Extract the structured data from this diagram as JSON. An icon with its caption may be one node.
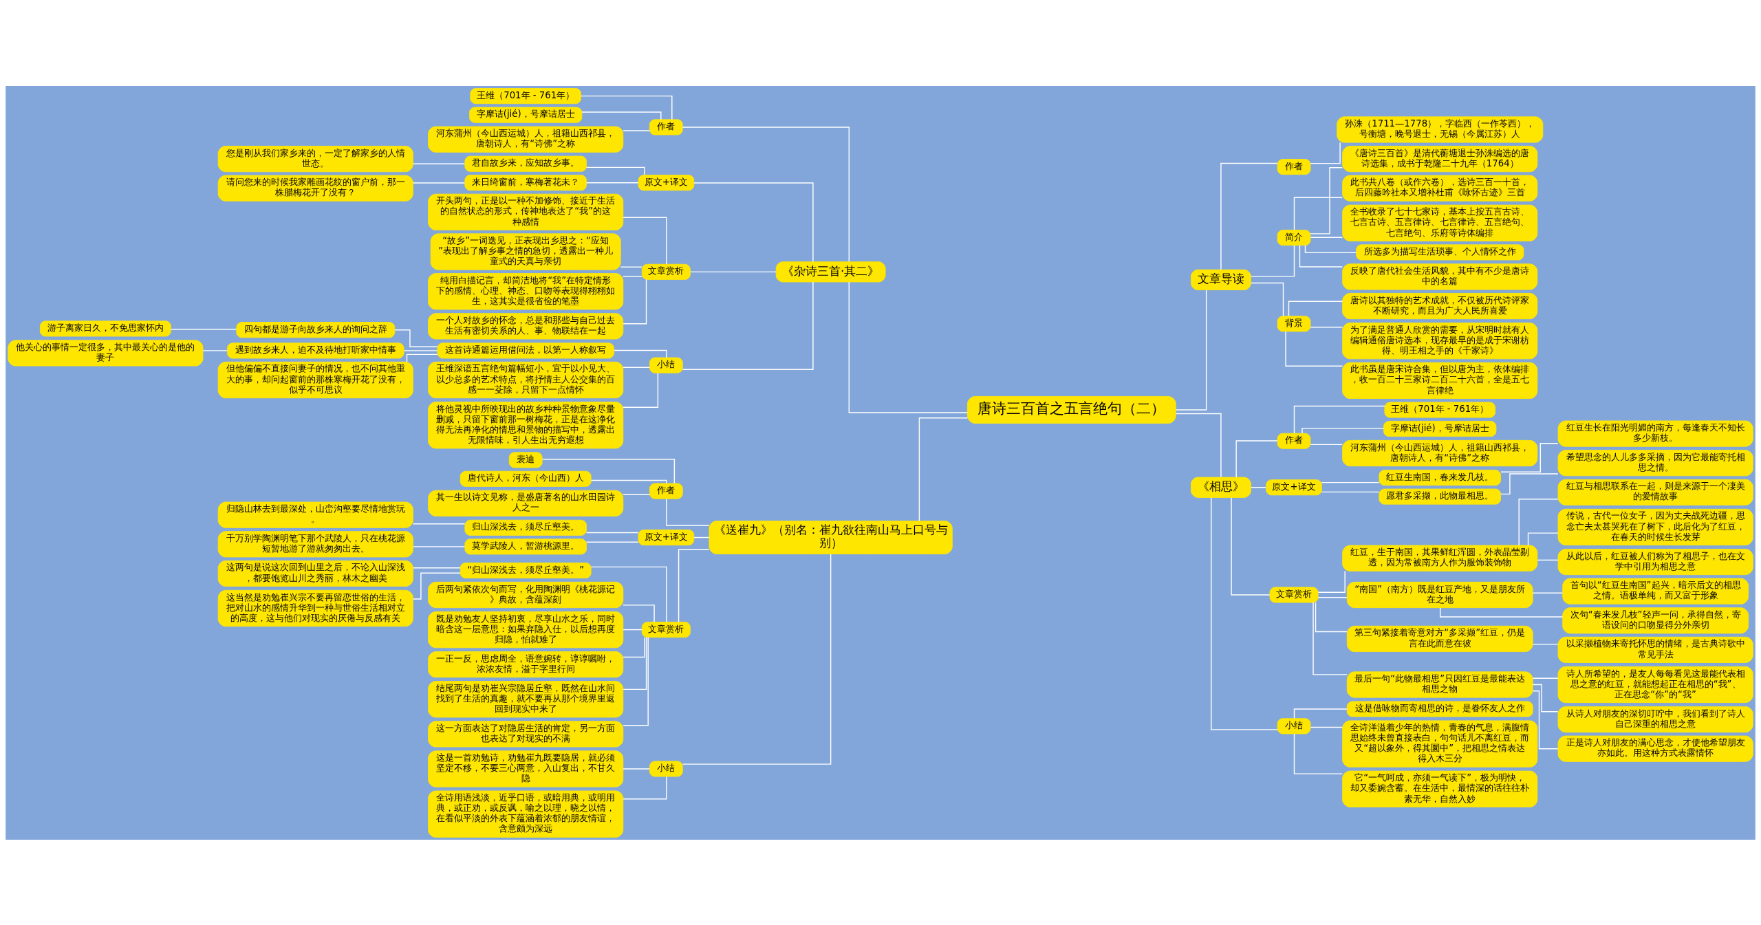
{
  "diagram": {
    "nodes": [
      {
        "text": [
          "唐诗三百首之五言绝句（二）"
        ]
      },
      {
        "text": [
          "《杂诗三首·其二》"
        ]
      },
      {
        "text": [
          "作者"
        ]
      },
      {
        "text": [
          "王维（701年 - 761年）"
        ]
      },
      {
        "text": [
          "字摩诘(jié)，号摩诘居士"
        ]
      },
      {
        "text": [
          "河东蒲州（今山西运城）人，祖籍山西祁县，唐朝诗人，有“诗佛”之称"
        ]
      },
      {
        "text": [
          "原文+译文"
        ]
      },
      {
        "text": [
          "君自故乡来，应知故乡事。"
        ]
      },
      {
        "text": [
          "您是刚从我们家乡来的，一定了解家乡的人情世态。"
        ]
      },
      {
        "text": [
          "来日绮窗前，寒梅著花未？"
        ]
      },
      {
        "text": [
          "请问您来的时候我家雕画花纹的窗户前，那一株腊梅花开了没有？"
        ]
      },
      {
        "text": [
          "文章赏析"
        ]
      },
      {
        "text": [
          "开头两句，正是以一种不加修饰、接近于生活的自然状态的形式，传神地表达了“我”的这种感情"
        ]
      },
      {
        "text": [
          "“故乡”一词迭见，正表现出乡思之：“应知”表现出了解乡事之情的急切，透露出一种儿童式的天真与亲切"
        ]
      },
      {
        "text": [
          "纯用白描记言，却简洁地将“我”在特定情形下的感情、心理、神态、口吻等表现得栩栩如生，这其实是很省俭的笔墨"
        ]
      },
      {
        "text": [
          "一个人对故乡的怀念，总是和那些与自己过去生活有密切关系的人、事、物联结在一起"
        ]
      },
      {
        "text": [
          "小结"
        ]
      },
      {
        "text": [
          "这首诗通篇运用借问法，以第一人称叙写"
        ]
      },
      {
        "text": [
          "四句都是游子向故乡来人的询问之辞"
        ]
      },
      {
        "text": [
          "游子离家日久，不免思家怀内"
        ]
      },
      {
        "text": [
          "遇到故乡来人，迫不及待地打听家中情事"
        ]
      },
      {
        "text": [
          "他关心的事情一定很多，其中最关心的是他的妻子"
        ]
      },
      {
        "text": [
          "但他偏偏不直接问妻子的情况，也不问其他重大的事，却问起窗前的那株寒梅开花了没有，似乎不可思议"
        ]
      },
      {
        "text": [
          "王维深谙五言绝句篇幅短小，宜于以小见大、以少总多的艺术特点，将抒情主人公交集的百感一一芟除，只留下一点情怀"
        ]
      },
      {
        "text": [
          "将他灵视中所映现出的故乡种种景物意象尽量删减，只留下窗前那一树梅花，正是在这净化得无法再净化的情思和景物的描写中，透露出无限情味，引人生出无穷遐想"
        ]
      },
      {
        "text": [
          "《送崔九》（别名：崔九欲往南山马上口号与别）"
        ]
      },
      {
        "text": [
          "作者"
        ]
      },
      {
        "text": [
          "裴迪"
        ]
      },
      {
        "text": [
          "唐代诗人，河东（今山西）人"
        ]
      },
      {
        "text": [
          "其一生以诗文见称，是盛唐著名的山水田园诗人之一"
        ]
      },
      {
        "text": [
          "原文+译文"
        ]
      },
      {
        "text": [
          "归山深浅去，须尽丘壑美。"
        ]
      },
      {
        "text": [
          "归隐山林去到最深处，山峦沟壑要尽情地赏玩。"
        ]
      },
      {
        "text": [
          "莫学武陵人，暂游桃源里。"
        ]
      },
      {
        "text": [
          "千万别学陶渊明笔下那个武陵人，只在桃花源短暂地游了游就匆匆出去。"
        ]
      },
      {
        "text": [
          "文章赏析"
        ]
      },
      {
        "text": [
          "“归山深浅去，须尽丘壑美。”"
        ]
      },
      {
        "text": [
          "这两句是说这次回到山里之后，不论入山深浅，都要饱览山川之秀丽，林木之幽美"
        ]
      },
      {
        "text": [
          "这当然是劝勉崔兴宗不要再留恋世俗的生活，把对山水的感情升华到一种与世俗生活相对立的高度，这与他们对现实的厌倦与反感有关"
        ]
      },
      {
        "text": [
          "后两句紧依次句而写，化用陶渊明《桃花源记》典故，含蕴深刻"
        ]
      },
      {
        "text": [
          "既是劝勉友人坚持初衷，尽享山水之乐，同时暗含这一层意思：如果弃隐入仕，以后想再度归隐，怕就难了"
        ]
      },
      {
        "text": [
          "一正一反，思虑周全，语意婉转，谆谆嘱咐，浓浓友情，溢于字里行间"
        ]
      },
      {
        "text": [
          "结尾两句是劝崔兴宗隐居丘壑，既然在山水间找到了生活的真趣，就不要再从那个境界里返回到现实中来了"
        ]
      },
      {
        "text": [
          "这一方面表达了对隐居生活的肯定，另一方面也表达了对现实的不满"
        ]
      },
      {
        "text": [
          "小结"
        ]
      },
      {
        "text": [
          "这是一首劝勉诗，劝勉崔九既要隐居，就必须坚定不移，不要三心两意，入山复出，不甘久隐"
        ]
      },
      {
        "text": [
          "全诗用语浅淡，近乎口语，或暗用典，或明用典，或正劝，或反讽，喻之以理，晓之以情，在看似平淡的外表下蕴涵着浓郁的朋友情谊，含意颇为深远"
        ]
      },
      {
        "text": [
          "文章导读"
        ]
      },
      {
        "text": [
          "作者"
        ]
      },
      {
        "text": [
          "孙洙（1711—1778），字临西（一作苓西），号衡塘，晚号退士，无锡（今属江苏）人"
        ]
      },
      {
        "text": [
          "简介"
        ]
      },
      {
        "text": [
          "《唐诗三百首》是清代蘅塘退士孙洙编选的唐诗选集，成书于乾隆二十九年（1764）"
        ]
      },
      {
        "text": [
          "此书共八卷（或作六卷），选诗三百一十首，后四藤吟社本又增补杜甫《咏怀古迹》三首"
        ]
      },
      {
        "text": [
          "全书收录了七十七家诗，基本上按五言古诗、七言古诗、五言律诗、七言律诗、五言绝句、七言绝句、乐府等诗体编排"
        ]
      },
      {
        "text": [
          "所选多为描写生活琐事、个人情怀之作"
        ]
      },
      {
        "text": [
          "反映了唐代社会生活风貌，其中有不少是唐诗中的名篇"
        ]
      },
      {
        "text": [
          "背景"
        ]
      },
      {
        "text": [
          "唐诗以其独特的艺术成就，不仅被历代诗评家不断研究，而且为广大人民所喜爱"
        ]
      },
      {
        "text": [
          "为了满足普通人欣赏的需要，从宋明时就有人编辑通俗唐诗选本，现存最早的是成于宋谢枋得、明王相之手的《千家诗》"
        ]
      },
      {
        "text": [
          "此书虽是唐宋诗合集，但以唐为主，依体编排，收一百二十三家诗二百二十六首，全是五七言律绝"
        ]
      },
      {
        "text": [
          "《相思》"
        ]
      },
      {
        "text": [
          "作者"
        ]
      },
      {
        "text": [
          "王维（701年 - 761年）"
        ]
      },
      {
        "text": [
          "字摩诘(jié)，号摩诘居士"
        ]
      },
      {
        "text": [
          "河东蒲州（今山西运城）人，祖籍山西祁县，唐朝诗人，有“诗佛”之称"
        ]
      },
      {
        "text": [
          "原文+译文"
        ]
      },
      {
        "text": [
          "红豆生南国，春来发几枝。"
        ]
      },
      {
        "text": [
          "红豆生长在阳光明媚的南方，每逢春天不知长多少新枝。"
        ]
      },
      {
        "text": [
          "愿君多采撷，此物最相思。"
        ]
      },
      {
        "text": [
          "希望思念的人儿多多采摘，因为它最能寄托相思之情。"
        ]
      },
      {
        "text": [
          "文章赏析"
        ]
      },
      {
        "text": [
          "红豆，生于南国，其果鲜红浑圆，外表晶莹剔透，因为常被南方人作为服饰装饰物"
        ]
      },
      {
        "text": [
          "红豆与相思联系在一起，则是来源于一个凄美的爱情故事"
        ]
      },
      {
        "text": [
          "传说，古代一位女子，因为丈夫战死边疆，思念亡夫太甚哭死在了树下，此后化为了红豆，在春天的时候生长发芽"
        ]
      },
      {
        "text": [
          "从此以后，红豆被人们称为了相思子，也在文学中引用为相思之意"
        ]
      },
      {
        "text": [
          "“南国”（南方）既是红豆产地，又是朋友所在之地"
        ]
      },
      {
        "text": [
          "首句以“红豆生南国”起兴，暗示后文的相思之情。语极单纯，而又富于形象"
        ]
      },
      {
        "text": [
          "次句“春来发几枝”轻声一问，承得自然，寄语设问的口吻显得分外亲切"
        ]
      },
      {
        "text": [
          "第三句紧接着寄意对方“多采撷”红豆，仍是言在此而意在彼"
        ]
      },
      {
        "text": [
          "以采撷植物来寄托怀思的情绪，是古典诗歌中常见手法"
        ]
      },
      {
        "text": [
          "最后一句“此物最相思”只因红豆是最能表达相思之物"
        ]
      },
      {
        "text": [
          "诗人所希望的，是友人每每看见这最能代表相思之意的红豆，就能想起正在相思的“我”、正在思念“你”的“我”"
        ]
      },
      {
        "text": [
          "从诗人对朋友的深切叮咛中，我们看到了诗人自己深重的相思之意"
        ]
      },
      {
        "text": [
          "正是诗人对朋友的满心思念，才使他希望朋友亦如此。用这种方式表露情怀"
        ]
      },
      {
        "text": [
          "小结"
        ]
      },
      {
        "text": [
          "这是借咏物而寄相思的诗，是眷怀友人之作"
        ]
      },
      {
        "text": [
          "全诗洋溢着少年的热情，青春的气息，满腹情思始终未曾直接表白，句句话儿不离红豆，而又“超以象外，得其圜中”，把相思之情表达得入木三分"
        ]
      },
      {
        "text": [
          "它“一气呵成，亦须一气读下”，极为明快，却又委婉含蓄。在生活中，最情深的话往往朴素无华，自然入妙"
        ]
      }
    ],
    "edges": [
      {
        "from": 0,
        "to": 1,
        "arrow": "none"
      },
      {
        "from": 1,
        "to": 2,
        "arrow": "none"
      },
      {
        "from": 2,
        "to": 3,
        "arrow": "none"
      },
      {
        "from": 2,
        "to": 4,
        "arrow": "none"
      },
      {
        "from": 2,
        "to": 5,
        "arrow": "none"
      },
      {
        "from": 1,
        "to": 6,
        "arrow": "none"
      },
      {
        "from": 6,
        "to": 7,
        "arrow": "none"
      },
      {
        "from": 7,
        "to": 8,
        "arrow": "none"
      },
      {
        "from": 6,
        "to": 9,
        "arrow": "none"
      },
      {
        "from": 9,
        "to": 10,
        "arrow": "none"
      },
      {
        "from": 1,
        "to": 11,
        "arrow": "none"
      },
      {
        "from": 11,
        "to": 12,
        "arrow": "none"
      },
      {
        "from": 11,
        "to": 13,
        "arrow": "none"
      },
      {
        "from": 11,
        "to": 14,
        "arrow": "none"
      },
      {
        "from": 11,
        "to": 15,
        "arrow": "none"
      },
      {
        "from": 1,
        "to": 16,
        "arrow": "none"
      },
      {
        "from": 16,
        "to": 17,
        "arrow": "none"
      },
      {
        "from": 17,
        "to": 18,
        "arrow": "none"
      },
      {
        "from": 18,
        "to": 19,
        "arrow": "none"
      },
      {
        "from": 17,
        "to": 20,
        "arrow": "none"
      },
      {
        "from": 20,
        "to": 21,
        "arrow": "none"
      },
      {
        "from": 17,
        "to": 22,
        "arrow": "none"
      },
      {
        "from": 16,
        "to": 23,
        "arrow": "none"
      },
      {
        "from": 16,
        "to": 24,
        "arrow": "none"
      },
      {
        "from": 0,
        "to": 25,
        "arrow": "none"
      },
      {
        "from": 25,
        "to": 26,
        "arrow": "none"
      },
      {
        "from": 26,
        "to": 27,
        "arrow": "none"
      },
      {
        "from": 26,
        "to": 28,
        "arrow": "none"
      },
      {
        "from": 26,
        "to": 29,
        "arrow": "none"
      },
      {
        "from": 25,
        "to": 30,
        "arrow": "none"
      },
      {
        "from": 30,
        "to": 31,
        "arrow": "none"
      },
      {
        "from": 31,
        "to": 32,
        "arrow": "none"
      },
      {
        "from": 30,
        "to": 33,
        "arrow": "none"
      },
      {
        "from": 33,
        "to": 34,
        "arrow": "none"
      },
      {
        "from": 25,
        "to": 35,
        "arrow": "none"
      },
      {
        "from": 35,
        "to": 36,
        "arrow": "none"
      },
      {
        "from": 36,
        "to": 37,
        "arrow": "none"
      },
      {
        "from": 36,
        "to": 38,
        "arrow": "none"
      },
      {
        "from": 35,
        "to": 39,
        "arrow": "none"
      },
      {
        "from": 35,
        "to": 40,
        "arrow": "none"
      },
      {
        "from": 35,
        "to": 41,
        "arrow": "none"
      },
      {
        "from": 35,
        "to": 42,
        "arrow": "none"
      },
      {
        "from": 35,
        "to": 43,
        "arrow": "none"
      },
      {
        "from": 25,
        "to": 44,
        "arrow": "none"
      },
      {
        "from": 44,
        "to": 45,
        "arrow": "none"
      },
      {
        "from": 44,
        "to": 46,
        "arrow": "none"
      },
      {
        "from": 0,
        "to": 47,
        "arrow": "none"
      },
      {
        "from": 47,
        "to": 48,
        "arrow": "none"
      },
      {
        "from": 48,
        "to": 49,
        "arrow": "none"
      },
      {
        "from": 47,
        "to": 50,
        "arrow": "none"
      },
      {
        "from": 50,
        "to": 51,
        "arrow": "none"
      },
      {
        "from": 50,
        "to": 52,
        "arrow": "none"
      },
      {
        "from": 50,
        "to": 53,
        "arrow": "none"
      },
      {
        "from": 50,
        "to": 54,
        "arrow": "none"
      },
      {
        "from": 50,
        "to": 55,
        "arrow": "none"
      },
      {
        "from": 47,
        "to": 56,
        "arrow": "none"
      },
      {
        "from": 56,
        "to": 57,
        "arrow": "none"
      },
      {
        "from": 56,
        "to": 58,
        "arrow": "none"
      },
      {
        "from": 56,
        "to": 59,
        "arrow": "none"
      },
      {
        "from": 0,
        "to": 60,
        "arrow": "none"
      },
      {
        "from": 60,
        "to": 61,
        "arrow": "none"
      },
      {
        "from": 61,
        "to": 62,
        "arrow": "none"
      },
      {
        "from": 61,
        "to": 63,
        "arrow": "none"
      },
      {
        "from": 61,
        "to": 64,
        "arrow": "none"
      },
      {
        "from": 60,
        "to": 65,
        "arrow": "none"
      },
      {
        "from": 65,
        "to": 66,
        "arrow": "none"
      },
      {
        "from": 66,
        "to": 67,
        "arrow": "none"
      },
      {
        "from": 65,
        "to": 68,
        "arrow": "none"
      },
      {
        "from": 68,
        "to": 69,
        "arrow": "none"
      },
      {
        "from": 60,
        "to": 70,
        "arrow": "none"
      },
      {
        "from": 70,
        "to": 71,
        "arrow": "none"
      },
      {
        "from": 71,
        "to": 72,
        "arrow": "none"
      },
      {
        "from": 71,
        "to": 73,
        "arrow": "none"
      },
      {
        "from": 71,
        "to": 74,
        "arrow": "none"
      },
      {
        "from": 70,
        "to": 75,
        "arrow": "none"
      },
      {
        "from": 75,
        "to": 76,
        "arrow": "none"
      },
      {
        "from": 75,
        "to": 77,
        "arrow": "none"
      },
      {
        "from": 70,
        "to": 78,
        "arrow": "none"
      },
      {
        "from": 78,
        "to": 79,
        "arrow": "none"
      },
      {
        "from": 70,
        "to": 80,
        "arrow": "none"
      },
      {
        "from": 80,
        "to": 81,
        "arrow": "none"
      },
      {
        "from": 80,
        "to": 82,
        "arrow": "none"
      },
      {
        "from": 80,
        "to": 83,
        "arrow": "none"
      },
      {
        "from": 60,
        "to": 84,
        "arrow": "none"
      },
      {
        "from": 84,
        "to": 85,
        "arrow": "none"
      },
      {
        "from": 84,
        "to": 86,
        "arrow": "none"
      },
      {
        "from": 84,
        "to": 87,
        "arrow": "none"
      }
    ]
  }
}
